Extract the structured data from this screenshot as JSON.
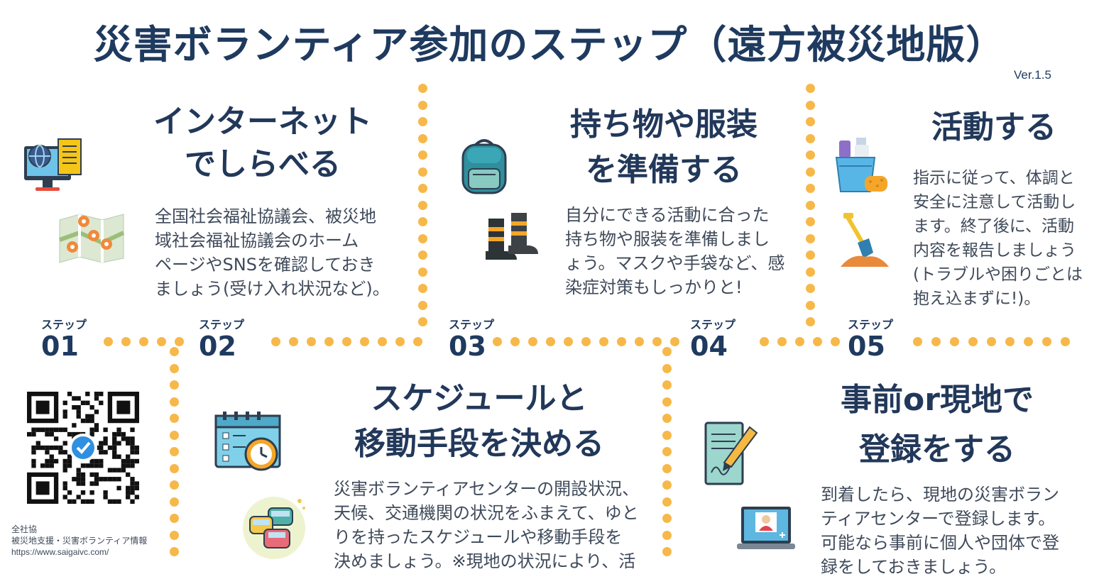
{
  "title": "災害ボランティア参加のステップ（遠方被災地版）",
  "version": "Ver.1.5",
  "step_label": "ステップ",
  "steps": [
    {
      "num": "01",
      "heading_l1": "インターネット",
      "heading_l2": "でしらべる",
      "body": [
        "全国社会福祉協議会、被災地",
        "域社会福祉協議会のホーム",
        "ページやSNSを確認しておき",
        "ましょう(受け入れ状況など)。"
      ]
    },
    {
      "num": "02",
      "heading_l1": "スケジュールと",
      "heading_l2": "移動手段を決める",
      "body": [
        "災害ボランティアセンターの開設状況、",
        "天候、交通機関の状況をふまえて、ゆと",
        "りを持ったスケジュールや移動手段を",
        "決めましょう。※現地の状況により、活"
      ]
    },
    {
      "num": "03",
      "heading_l1": "持ち物や服装",
      "heading_l2": "を準備する",
      "body": [
        "自分にできる活動に合った",
        "持ち物や服装を準備しまし",
        "ょう。マスクや手袋など、感",
        "染症対策もしっかりと!"
      ]
    },
    {
      "num": "04",
      "heading_l1": "事前or現地で",
      "heading_l2": "登録をする",
      "body": [
        "到着したら、現地の災害ボラン",
        "ティアセンターで登録します。",
        "可能なら事前に個人や団体で登",
        "録をしておきましょう。"
      ]
    },
    {
      "num": "05",
      "heading_l1": "活動する",
      "heading_l2": "",
      "body": [
        "指示に従って、体調と",
        "安全に注意して活動し",
        "ます。終了後に、活動",
        "内容を報告しましょう",
        "(トラブルや困りごとは",
        "抱え込まずに!)。"
      ]
    }
  ],
  "qr_caption": [
    "全社協",
    "被災地支援・災害ボランティア情報",
    "https://www.saigaivc.com/"
  ],
  "colors": {
    "navy": "#1f3a5f",
    "dot": "#f7b84a",
    "text": "#3f4a5a"
  },
  "icons": [
    "computer-globe-icon",
    "map-pins-icon",
    "backpack-icon",
    "boots-icon",
    "cleaning-bucket-icon",
    "shovel-icon",
    "qr-code-icon",
    "calendar-clock-icon",
    "cars-icon",
    "clipboard-pen-icon",
    "laptop-user-icon"
  ]
}
